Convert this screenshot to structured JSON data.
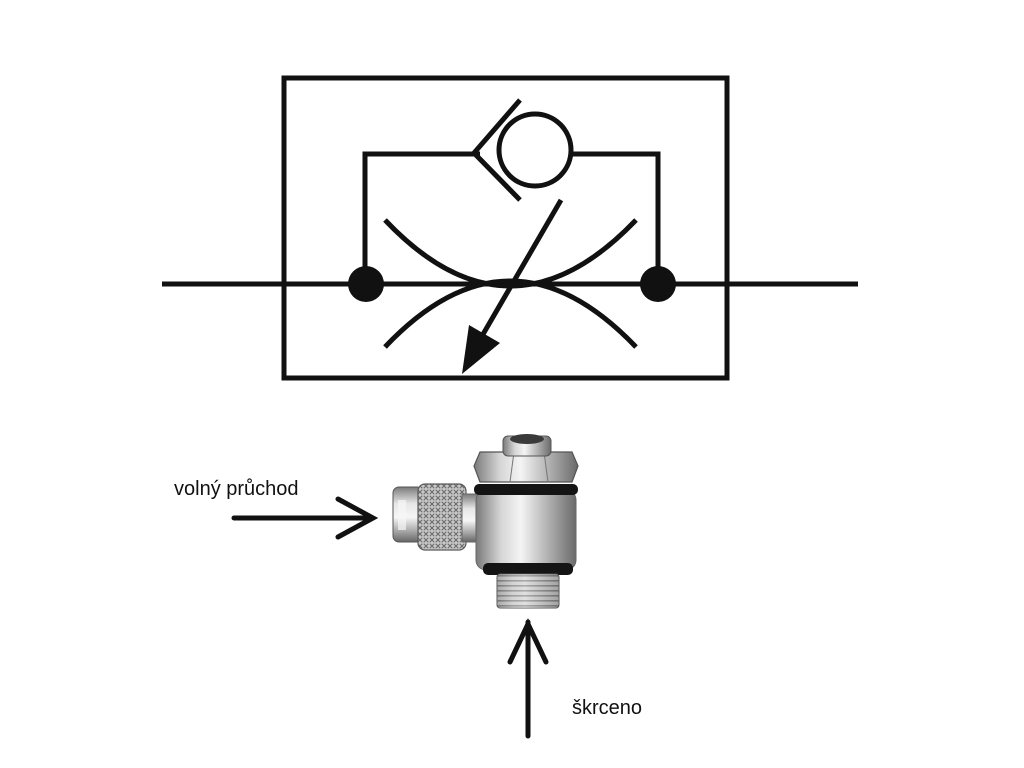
{
  "labels": {
    "free_flow": "volný průchod",
    "throttled": "škrceno"
  },
  "colors": {
    "line": "#111111",
    "background": "#ffffff",
    "metal_light": "#eeeeee",
    "metal_mid": "#b4b4b4",
    "metal_dark": "#6e6e6e",
    "oring": "#141414"
  },
  "symbol": {
    "kind": "one-way flow control valve (throttle check valve)"
  }
}
